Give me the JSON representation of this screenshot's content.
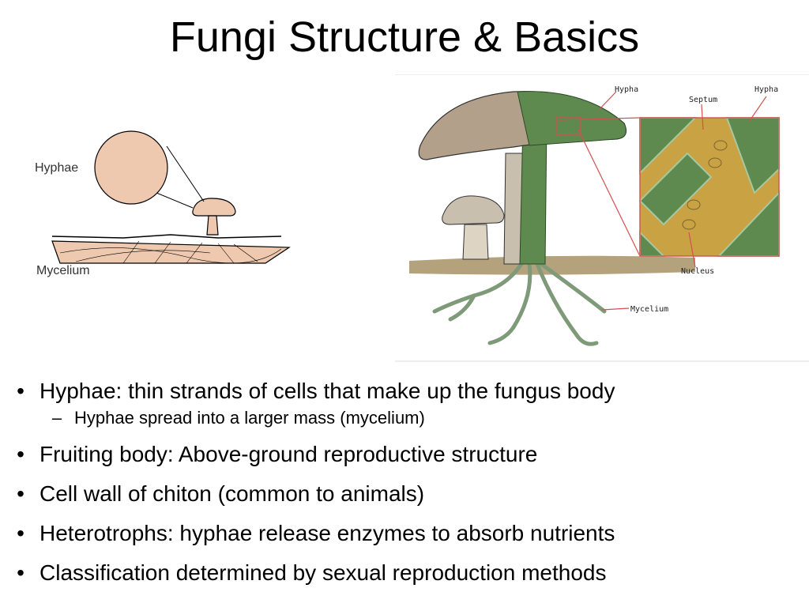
{
  "slide": {
    "title": "Fungi Structure & Basics"
  },
  "figure_left": {
    "labels": {
      "hyphae": "Hyphae",
      "mycelium": "Mycelium"
    },
    "colors": {
      "tan": "#eec9b0",
      "outline": "#000000"
    }
  },
  "figure_right": {
    "labels": {
      "hypha_1": "Hypha",
      "septum": "Septum",
      "hypha_2": "Hypha",
      "nucleus": "Nucleus",
      "mycelium": "Mycelium"
    },
    "colors": {
      "cap": "#b2a08a",
      "stalk": "#c9bfae",
      "soil": "#b3a27b",
      "hypha_green": "#5e8a4f",
      "cell_ochre": "#c9a243",
      "connector_red": "#d45050"
    }
  },
  "bullets": [
    {
      "level": 1,
      "marker": "•",
      "text": "Hyphae: thin strands of cells that make up the fungus body"
    },
    {
      "level": 2,
      "marker": "–",
      "text": "Hyphae spread into a larger mass (mycelium)"
    },
    {
      "level": 1,
      "marker": "•",
      "text": "Fruiting body: Above-ground reproductive structure"
    },
    {
      "level": 1,
      "marker": "•",
      "text": "Cell wall of chiton (common to animals)"
    },
    {
      "level": 1,
      "marker": "•",
      "text": "Heterotrophs: hyphae release enzymes to absorb nutrients"
    },
    {
      "level": 1,
      "marker": "•",
      "text": "Classification determined by sexual reproduction methods"
    }
  ]
}
